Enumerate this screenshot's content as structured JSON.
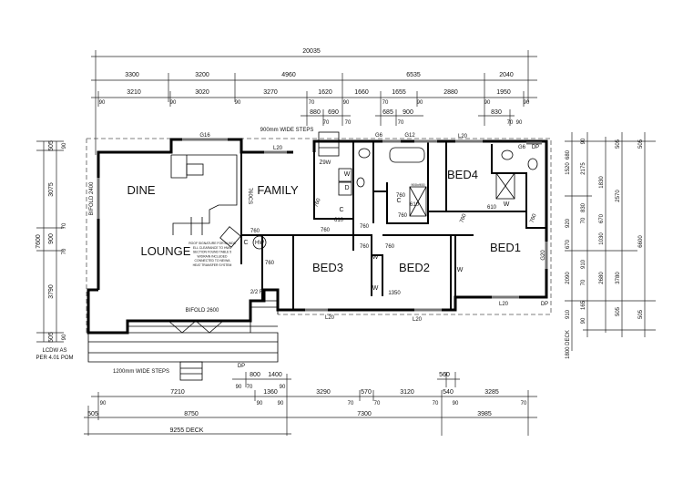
{
  "rooms": {
    "dine": "DINE",
    "family": "FAMILY",
    "lounge": "LOUNGE",
    "bed1": "BED1",
    "bed2": "BED2",
    "bed3": "BED3",
    "bed4": "BED4"
  },
  "dims": {
    "top_overall": "20035",
    "top_row2": [
      "3300",
      "3200",
      "4960",
      "6535",
      "2040"
    ],
    "top_row3": [
      "3210",
      "3020",
      "3270",
      "1620",
      "1660",
      "1655",
      "2880",
      "1950"
    ],
    "top_row4": [
      "880",
      "690",
      "685",
      "900",
      "830"
    ],
    "top_walls": [
      "90",
      "90",
      "90",
      "70",
      "90",
      "70",
      "90",
      "90",
      "90",
      "70",
      "70",
      "70",
      "90",
      "70"
    ],
    "bottom_row1": [
      "800",
      "1400",
      "560"
    ],
    "bottom_row2": [
      "7210",
      "1360",
      "3290",
      "570",
      "3120",
      "540",
      "3285"
    ],
    "bottom_row3": [
      "505",
      "8750",
      "7300",
      "3985"
    ],
    "bottom_walls": [
      "90",
      "90",
      "90",
      "70",
      "70",
      "70",
      "90",
      "70",
      "90",
      "70",
      "90"
    ],
    "bottom_deck": "9255 DECK",
    "left_overall": "7600",
    "left_segments": [
      "505",
      "3075",
      "900",
      "3790",
      "505"
    ],
    "left_walls": [
      "90",
      "70",
      "70",
      "90"
    ],
    "right_col1": [
      "680",
      "1520",
      "920",
      "670",
      "2090",
      "910",
      "1800 DECK"
    ],
    "right_col2": [
      "90",
      "2175",
      "830",
      "70",
      "910",
      "70",
      "165",
      "90"
    ],
    "right_col3": [
      "1830",
      "670",
      "1030",
      "2680"
    ],
    "right_col4": [
      "505",
      "2570",
      "3780",
      "505"
    ],
    "right_col5": [
      "505",
      "6600",
      "505"
    ]
  },
  "openings": {
    "g16": "G16",
    "l20_family": "L20",
    "g6_bath": "G6",
    "g12": "G12",
    "l20_bed4": "L20",
    "g6_ens": "G6",
    "dp_top": "DP",
    "bifold_left": "BIFOLD 2400",
    "bifold_lounge": "BIFOLD 2600",
    "l20_bed3": "L20",
    "l20_bed2": "L20",
    "l20_bed1": "L20",
    "dp_bed1": "DP",
    "dp_deck": "DP",
    "g20": "G20",
    "cs_760": "760CS",
    "door_212": "2/2 R",
    "doors": [
      "760",
      "760",
      "760",
      "760",
      "760",
      "760",
      "760",
      "760",
      "760",
      "760",
      "760",
      "610",
      "610",
      "610"
    ]
  },
  "fixtures": {
    "w1": "W",
    "d": "D",
    "c1": "C",
    "c2": "C",
    "c3": "C",
    "hw": "HW",
    "w2": "W",
    "w3": "W",
    "w4": "W",
    "w5": "W",
    "n1350": "1350",
    "zsw": "Z9W",
    "shower": "900x900"
  },
  "notes": {
    "steps_top": "900mm WIDE STEPS",
    "steps_bottom": "1200mm WIDE STEPS",
    "lcdw_1": "LCDW AS",
    "lcdw_2": "PER 4.01 POM",
    "hws": [
      "ROOF SIGNATURE FOR BLINDS",
      "ELL CLEARANCE TO HWU",
      "SECTION FOUND TABLE 5",
      "W/DRAIN INCLUDED",
      "CONNECTED TO NE/WA",
      "HEAT TRANSFER SYSTEM"
    ]
  }
}
